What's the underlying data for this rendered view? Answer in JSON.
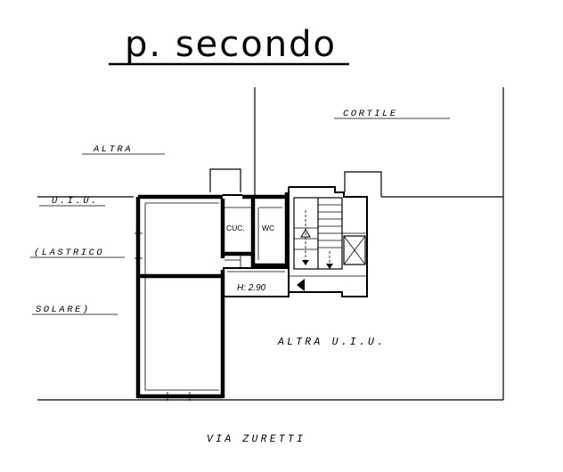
{
  "title": "p. secondo",
  "labels": {
    "cortile": "CORTILE",
    "altra_line1": "ALTRA",
    "altra_line2": "U.I.U.",
    "lastrico": "(LASTRICO",
    "solare": "SOLARE)",
    "altra_uiu": "ALTRA U.I.U.",
    "via": "VIA ZURETTI"
  },
  "rooms": {
    "kitchen": "CUC.",
    "wc": "WC"
  },
  "height_note": "H: 2.90"
}
